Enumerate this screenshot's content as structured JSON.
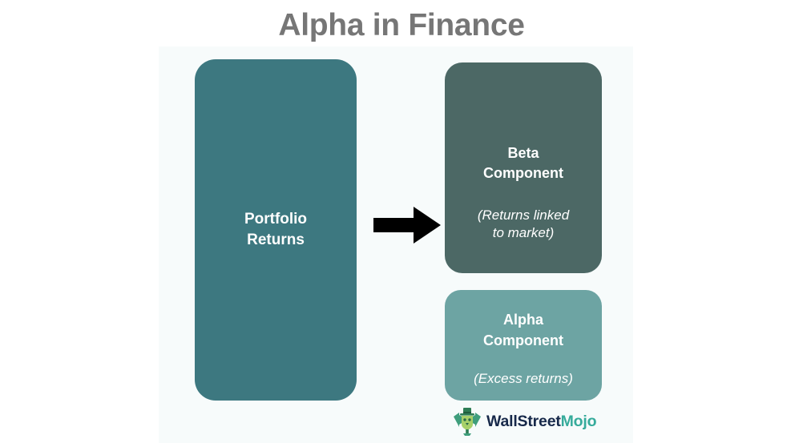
{
  "page": {
    "title": "Alpha in Finance",
    "background_color": "#ffffff",
    "panel_color": "#f7fbfb",
    "title_color": "#767676"
  },
  "diagram": {
    "type": "flow",
    "source": {
      "name": "portfolio-returns",
      "title": "Portfolio\nReturns",
      "title_line1": "Portfolio",
      "title_line2": "Returns",
      "color": "#3d7880",
      "text_color": "#ffffff"
    },
    "connector": {
      "name": "arrow",
      "direction": "right",
      "color": "#000000"
    },
    "targets": [
      {
        "name": "beta-component",
        "title_line1": "Beta",
        "title_line2": "Component",
        "subtitle_line1": "(Returns linked",
        "subtitle_line2": "to market)",
        "color": "#4c6865",
        "text_color": "#ffffff"
      },
      {
        "name": "alpha-component",
        "title_line1": "Alpha",
        "title_line2": "Component",
        "subtitle_line1": "(Excess returns)",
        "subtitle_line2": "",
        "color": "#6da4a3",
        "text_color": "#ffffff"
      }
    ]
  },
  "logo": {
    "name": "wallstreetmojo-logo",
    "text_primary": "WallStreet",
    "text_accent": "Mojo",
    "primary_color": "#17294a",
    "accent_color": "#36ab9b",
    "mark_colors": {
      "hat": "#2e7d55",
      "body": "#a7d06a",
      "arrows": "#3f9e7c",
      "outline": "#2a6b4a"
    }
  }
}
